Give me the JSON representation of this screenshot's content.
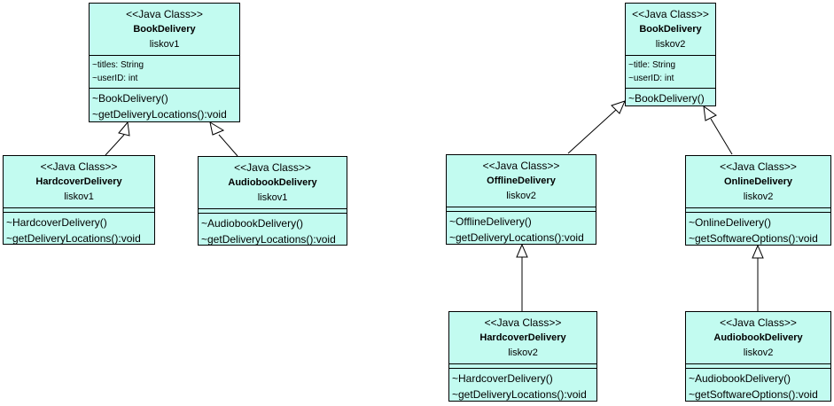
{
  "diagram": {
    "classes": [
      {
        "stereotype": "<<Java Class>>",
        "name": "BookDelivery",
        "package": "liskov1",
        "attributes": [
          "~titles: String",
          "~userID: int"
        ],
        "operations": [
          "~BookDelivery()",
          "~getDeliveryLocations():void"
        ]
      },
      {
        "stereotype": "<<Java Class>>",
        "name": "HardcoverDelivery",
        "package": "liskov1",
        "attributes": [],
        "operations": [
          "~HardcoverDelivery()",
          "~getDeliveryLocations():void"
        ]
      },
      {
        "stereotype": "<<Java Class>>",
        "name": "AudiobookDelivery",
        "package": "liskov1",
        "attributes": [],
        "operations": [
          "~AudiobookDelivery()",
          "~getDeliveryLocations():void"
        ]
      },
      {
        "stereotype": "<<Java Class>>",
        "name": "BookDelivery",
        "package": "liskov2",
        "attributes": [
          "~title: String",
          "~userID: int"
        ],
        "operations": [
          "~BookDelivery()"
        ]
      },
      {
        "stereotype": "<<Java Class>>",
        "name": "OfflineDelivery",
        "package": "liskov2",
        "attributes": [],
        "operations": [
          "~OfflineDelivery()",
          "~getDeliveryLocations():void"
        ]
      },
      {
        "stereotype": "<<Java Class>>",
        "name": "OnlineDelivery",
        "package": "liskov2",
        "attributes": [],
        "operations": [
          "~OnlineDelivery()",
          "~getSoftwareOptions():void"
        ]
      },
      {
        "stereotype": "<<Java Class>>",
        "name": "HardcoverDelivery",
        "package": "liskov2",
        "attributes": [],
        "operations": [
          "~HardcoverDelivery()",
          "~getDeliveryLocations():void"
        ]
      },
      {
        "stereotype": "<<Java Class>>",
        "name": "AudiobookDelivery",
        "package": "liskov2",
        "attributes": [],
        "operations": [
          "~AudiobookDelivery()",
          "~getSoftwareOptions():void"
        ]
      }
    ]
  }
}
